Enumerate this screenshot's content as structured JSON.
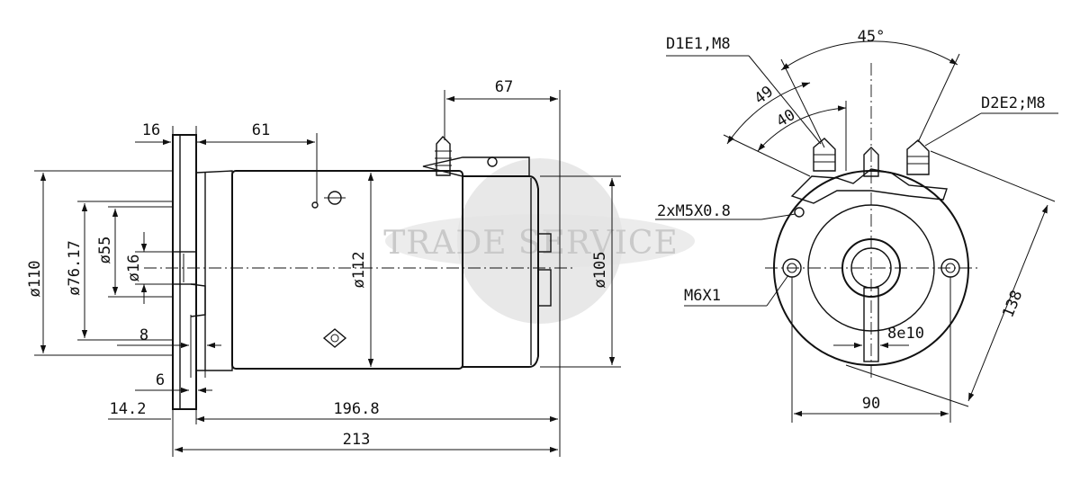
{
  "watermark": {
    "text": "TRADE SERVICE",
    "color": "#d9d9d9"
  },
  "side_view": {
    "dim_16": "16",
    "dim_61": "61",
    "dim_67": "67",
    "dia_110": "ø110",
    "dia_76_17": "ø76.17",
    "dia_55": "ø55",
    "dia_16": "ø16",
    "dia_112": "ø112",
    "dia_105": "ø105",
    "dim_8": "8",
    "dim_6": "6",
    "dim_14_2": "14.2",
    "dim_196_8": "196.8",
    "dim_213": "213"
  },
  "end_view": {
    "terminal_d1e1": "D1E1,M8",
    "terminal_d2e2": "D2E2;M8",
    "angle_45": "45°",
    "angle_49": "49",
    "angle_40": "40",
    "screw_m5": "2xM5X0.8",
    "bolt_m6": "M6X1",
    "key_8e10": "8e10",
    "dim_138": "138",
    "dim_90": "90"
  }
}
